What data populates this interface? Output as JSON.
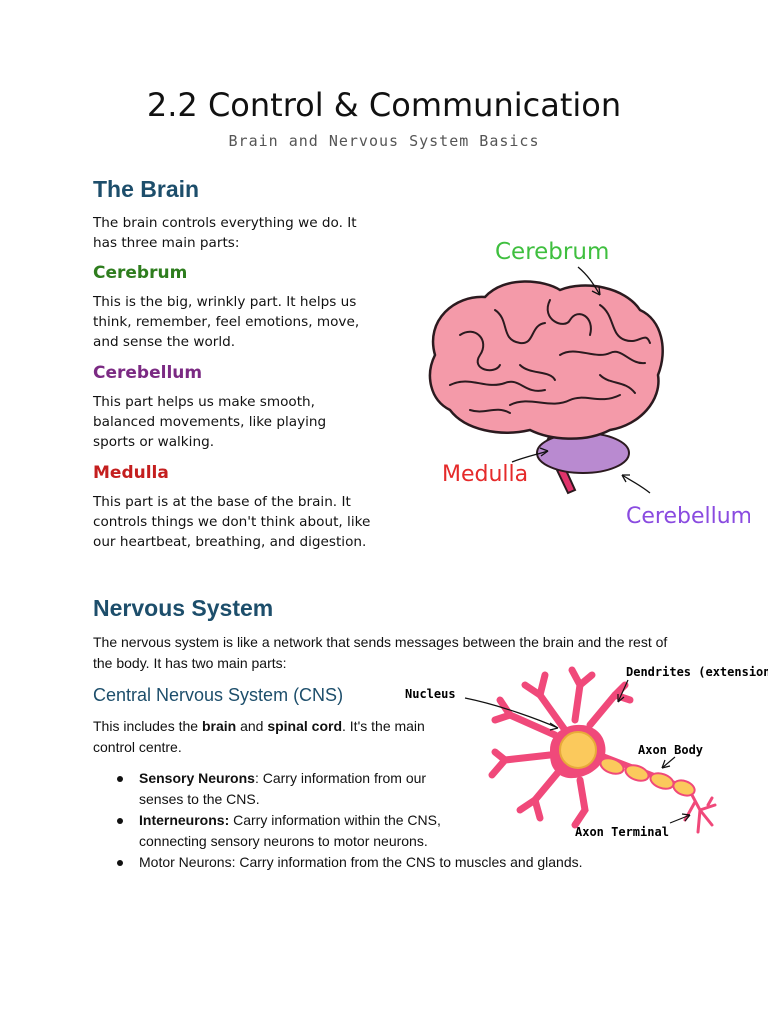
{
  "header": {
    "title": "2.2 Control & Communication",
    "subtitle": "Brain and Nervous System Basics"
  },
  "brain_section": {
    "heading": "The Brain",
    "intro": "The brain controls everything we do. It has three main parts:",
    "parts": [
      {
        "name": "Cerebrum",
        "color": "#2e7d1e",
        "text": "This is the big, wrinkly part. It helps us think, remember, feel emotions, move, and sense the world."
      },
      {
        "name": "Cerebellum",
        "color": "#7b2a83",
        "text": "This part helps us make smooth, balanced movements, like playing sports or walking."
      },
      {
        "name": "Medulla",
        "color": "#c41e1e",
        "text": "This part is at the base of the brain. It controls things we don't think about, like our heartbeat, breathing, and digestion."
      }
    ],
    "diagram_labels": {
      "cerebrum": "Cerebrum",
      "medulla": "Medulla",
      "cerebellum": "Cerebellum"
    }
  },
  "nervous_section": {
    "heading": "Nervous System",
    "intro": "The nervous system is like a network that sends messages between the brain and the rest of the body. It has two main parts:",
    "cns": {
      "heading": "Central Nervous System (CNS)",
      "intro_pre": "This includes the ",
      "intro_b1": "brain",
      "intro_mid": " and ",
      "intro_b2": "spinal cord",
      "intro_post": ". It's the main control centre."
    },
    "neurons": [
      {
        "bold": "Sensory Neurons",
        "text": ": Carry information from our senses to the CNS."
      },
      {
        "bold": "Interneurons:",
        "text": " Carry information within the CNS, connecting sensory neurons to motor neurons."
      },
      {
        "bold": "",
        "text": "Motor Neurons: Carry information from the CNS to muscles and glands."
      }
    ],
    "neuron_labels": {
      "nucleus": "Nucleus",
      "dendrites": "Dendrites (extensions)",
      "axon_body": "Axon Body",
      "axon_terminal": "Axon Terminal"
    }
  },
  "colors": {
    "heading_blue": "#1d4e6b",
    "brain_pink": "#f49aa9",
    "brain_outline": "#2b1a1f",
    "cerebellum_purple": "#b98ad0",
    "stem_pink": "#e0336b",
    "neuron_pink": "#f0497a",
    "nucleus_yellow": "#fbc95c",
    "cerebrum_label": "#3fbf3f",
    "medulla_label": "#e52a2a",
    "cerebellum_label": "#8a4be0"
  }
}
